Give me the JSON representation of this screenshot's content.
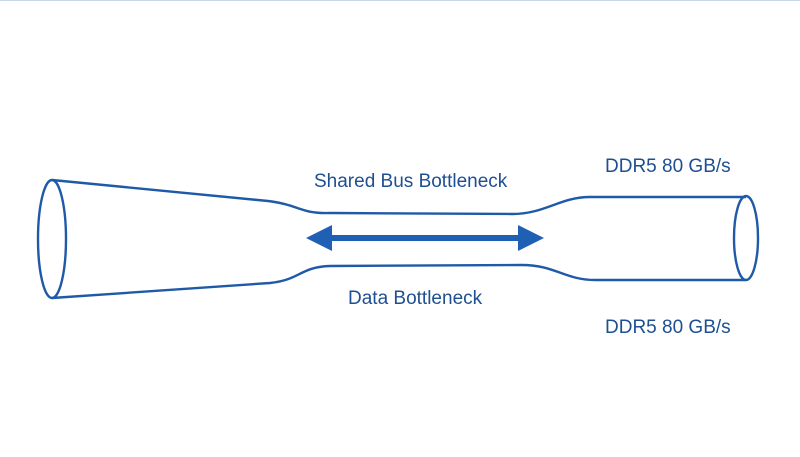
{
  "colors": {
    "stroke": "#1f5aa8",
    "arrow": "#1f5fb4",
    "text": "#1e4f91",
    "background": "#ffffff"
  },
  "labels": {
    "shared_bus": "Shared Bus Bottleneck",
    "data_bottleneck": "Data Bottleneck",
    "ddr_top": "DDR5 80 GB/s",
    "ddr_bottom": "DDR5 80 GB/s"
  },
  "icons": {
    "arrow": "double-headed-arrow-icon"
  }
}
